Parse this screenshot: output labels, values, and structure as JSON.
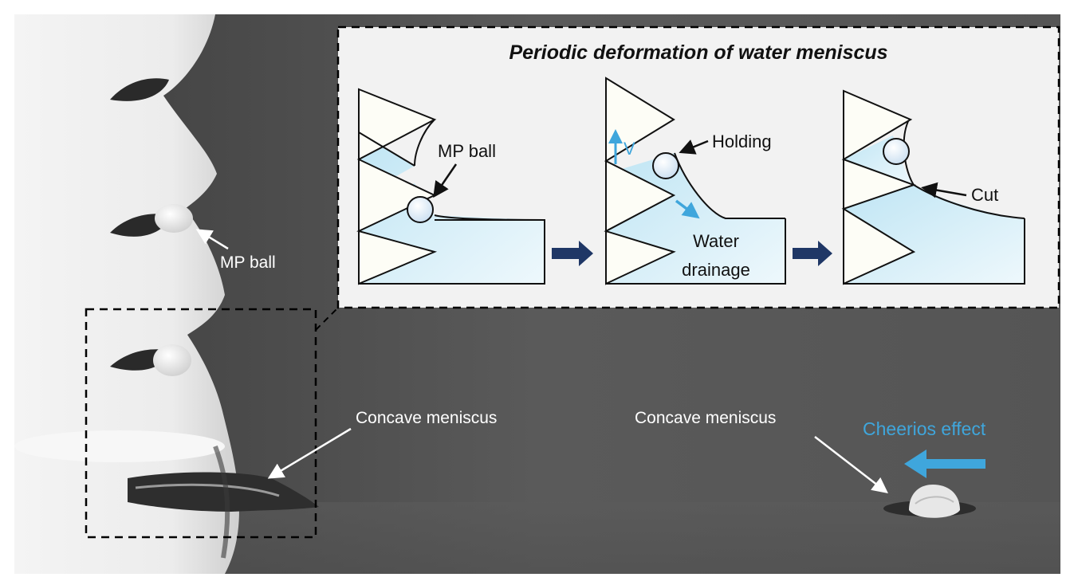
{
  "inset": {
    "title": "Periodic deformation of water meniscus",
    "panel1": {
      "mp_ball_label": "MP ball"
    },
    "panel2": {
      "velocity_label": "V",
      "holding_label": "Holding",
      "drainage_line1": "Water",
      "drainage_line2": "drainage"
    },
    "panel3": {
      "cut_label": "Cut"
    }
  },
  "photo": {
    "mp_ball_label": "MP ball",
    "left_meniscus_label": "Concave meniscus",
    "right_meniscus_label": "Concave meniscus",
    "cheerios_label": "Cheerios effect"
  },
  "colors": {
    "water_blue": "#cdebf6",
    "accent_blue": "#3fa6dc",
    "arrow_navy": "#1f3766",
    "background_gray": "#545454"
  }
}
